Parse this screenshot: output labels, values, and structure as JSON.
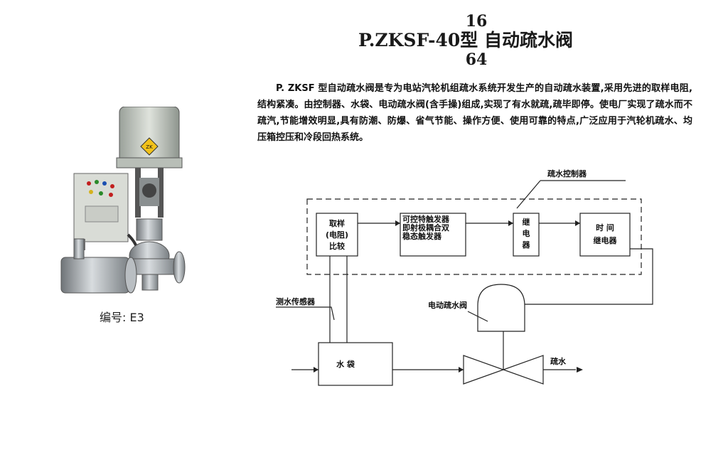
{
  "header": {
    "fraction_top": "16",
    "title": "P.ZKSF-40型 自动疏水阀",
    "fraction_bottom": "64"
  },
  "photo": {
    "caption": "编号: E3",
    "plate_text": "ZK"
  },
  "intro_text": "P. ZKSF 型自动疏水阀是专为电站汽轮机组疏水系统开发生产的自动疏水装置,采用先进的取样电阻,结构紧凑。由控制器、水袋、电动疏水阀(含手操)组成,实现了有水就疏,疏毕即停。使电厂实现了疏水而不疏汽,节能增效明显,具有防潮、防爆、省气节能、操作方便、使用可靠的特点,广泛应用于汽轮机疏水、均压箱控压和冷段回热系统。",
  "diagram": {
    "controller_label": "疏水控制器",
    "sampling_box": [
      "取样",
      "(电阻)",
      "比较"
    ],
    "trigger_box": [
      "可控特触发器",
      "即射极耦合双",
      "稳态触发器"
    ],
    "relay_box": [
      "继",
      "电",
      "器"
    ],
    "timer_box": [
      "时 间",
      "继电器"
    ],
    "sensor_label": "测水传感器",
    "valve_label": "电动疏水阀",
    "water_bag_label": "水 袋",
    "drain_label": "疏水"
  }
}
